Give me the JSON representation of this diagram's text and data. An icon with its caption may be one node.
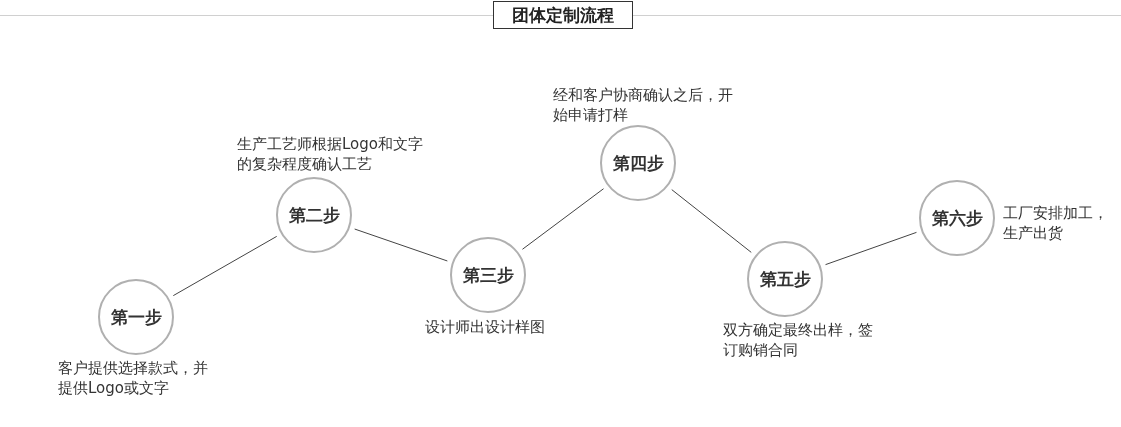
{
  "diagram": {
    "title": "团体定制流程",
    "nodes": [
      {
        "text": [
          "第一步"
        ],
        "beside": [
          "客户提供选择款式，并提供Logo或文字"
        ]
      },
      {
        "text": [
          "第二步"
        ],
        "beside": [
          "生产工艺师根据Logo和文字的复杂程度确认工艺"
        ]
      },
      {
        "text": [
          "第三步"
        ],
        "beside": [
          "设计师出设计样图"
        ]
      },
      {
        "text": [
          "第四步"
        ],
        "beside": [
          "经和客户协商确认之后，开始申请打样"
        ]
      },
      {
        "text": [
          "第五步"
        ],
        "beside": [
          "双方确定最终出样，签订购销合同"
        ]
      },
      {
        "text": [
          "第六步"
        ],
        "beside": [
          "工厂安排加工，生产出货"
        ]
      }
    ],
    "edges": [
      {
        "from": 0,
        "to": 1,
        "arrow": "none"
      },
      {
        "from": 1,
        "to": 2,
        "arrow": "none"
      },
      {
        "from": 2,
        "to": 3,
        "arrow": "none"
      },
      {
        "from": 3,
        "to": 4,
        "arrow": "none"
      },
      {
        "from": 4,
        "to": 5,
        "arrow": "none"
      }
    ]
  }
}
